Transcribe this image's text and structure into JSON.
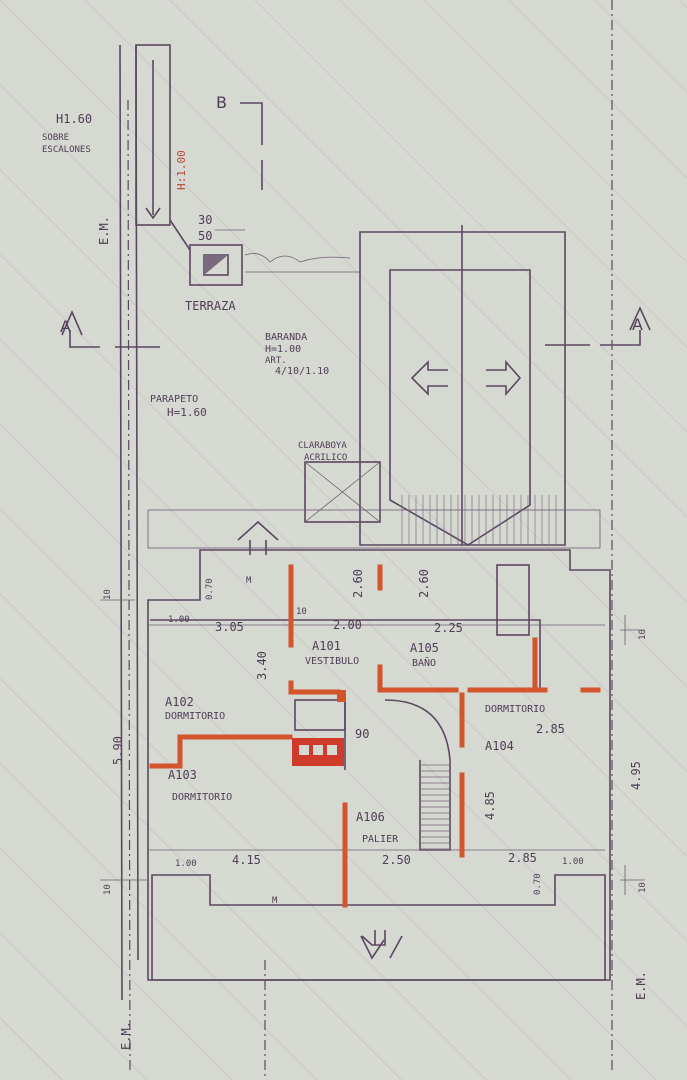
{
  "colors": {
    "paper": "#d6d8d2",
    "ink": "#5b4860",
    "wall": "#d2552b"
  },
  "labels": {
    "stair_h": "H1.60",
    "stair_sobre": "SOBRE",
    "stair_escalones": "ESCALONES",
    "stair_h100": "H:1.00",
    "section_b": "B",
    "section_a": "A",
    "em": "E.M.",
    "chimney_30": "30",
    "chimney_50": "50",
    "terraza": "TERRAZA",
    "baranda": "BARANDA",
    "baranda_h": "H=1.00",
    "baranda_art": "ART.",
    "baranda_num": "4/10/1.10",
    "parapeto": "PARAPETO",
    "parapeto_h": "H=1.60",
    "claraboya": "CLARABOYA",
    "acrilico": "ACRILICO"
  },
  "rooms": [
    {
      "code": "A101",
      "name": "VESTIBULO"
    },
    {
      "code": "A102",
      "name": "DORMITORIO"
    },
    {
      "code": "A103",
      "name": "DORMITORIO"
    },
    {
      "code": "A104",
      "name": "DORMITORIO"
    },
    {
      "code": "A105",
      "name": "BAÑO"
    },
    {
      "code": "A106",
      "name": "PALIER"
    }
  ],
  "dims": {
    "d070a": "0.70",
    "d100a": "1.00",
    "d305": "3.05",
    "d10a": "10",
    "d260a": "2.60",
    "d200": "2.00",
    "d260b": "2.60",
    "d225": "2.25",
    "d340": "3.40",
    "d90": "90",
    "d285a": "2.85",
    "d495": "4.95",
    "d485": "4.85",
    "d590": "5.90",
    "d415": "4.15",
    "d250": "2.50",
    "d285b": "2.85",
    "d100b": "1.00",
    "d100c": "1.00",
    "d070b": "0.70",
    "d10b": "10",
    "d10c": "10",
    "d10d": "10",
    "m": "M"
  }
}
